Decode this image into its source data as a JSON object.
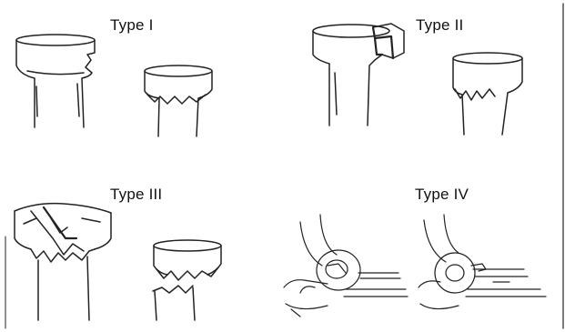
{
  "figure": {
    "panels": [
      {
        "label": "Type I"
      },
      {
        "label": "Type II"
      },
      {
        "label": "Type III"
      },
      {
        "label": "Type IV"
      }
    ]
  }
}
